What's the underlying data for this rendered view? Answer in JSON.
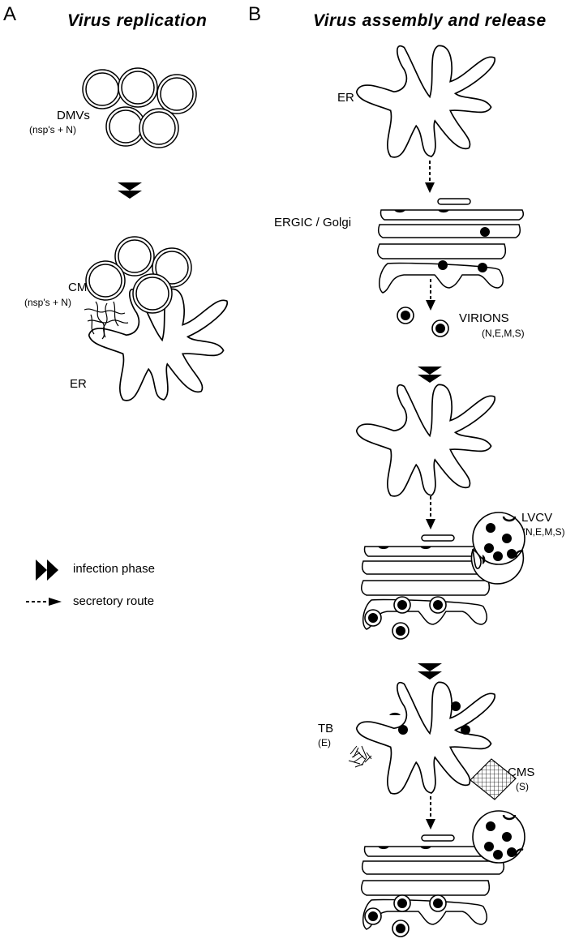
{
  "panel_a": {
    "letter": "A",
    "title": "Virus  replication",
    "dmvs_label": "DMVs",
    "dmvs_sub": "(nsp's  +  N)",
    "cm_label": "CM",
    "cm_sub": "(nsp's  +  N)",
    "er_label": "ER"
  },
  "panel_b": {
    "letter": "B",
    "title": "Virus  assembly  and  release",
    "er_label": "ER",
    "ergic_label": "ERGIC  /  Golgi",
    "virions_label": "VIRIONS",
    "virions_sub": "(N,E,M,S)",
    "lvcv_label": "LVCV",
    "lvcv_sub": "(N,E,M,S)",
    "tb_label": "TB",
    "tb_sub": "(E)",
    "cms_label": "CMS",
    "cms_sub": "(S)"
  },
  "legend": {
    "infection_phase": "infection  phase",
    "secretory_route": "secretory  route"
  }
}
